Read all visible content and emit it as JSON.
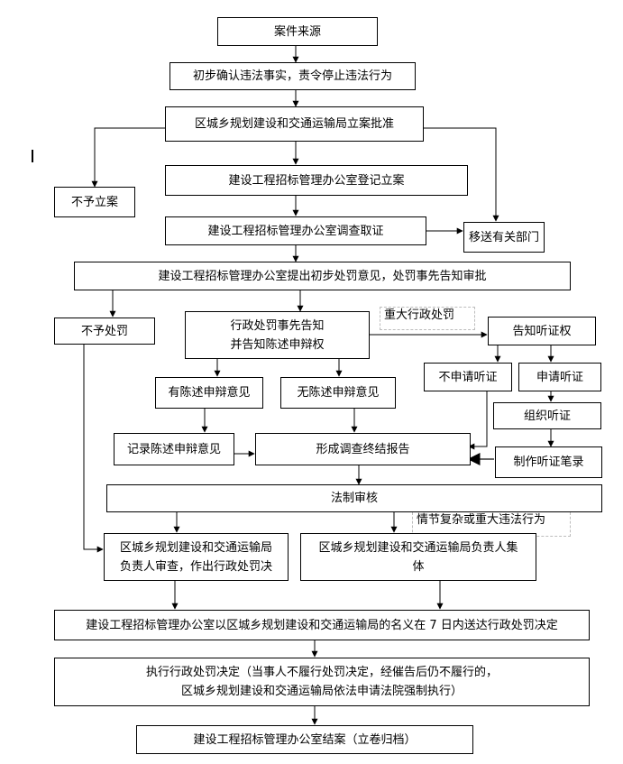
{
  "diagram": {
    "type": "flowchart",
    "nodes": {
      "case_source": "案件来源",
      "preliminary_confirm": "初步确认违法事实，责令停止违法行为",
      "bureau_approve": "区城乡规划建设和交通运输局立案批准",
      "no_filing": "不予立案",
      "office_register": "建设工程招标管理办公室登记立案",
      "office_investigate": "建设工程招标管理办公室调查取证",
      "transfer_depts": "移送有关部门",
      "propose_penalty": "建设工程招标管理办公室提出初步处罚意见，处罚事先告知审批",
      "no_penalty": "不予处罚",
      "prior_notice_line1": "行政处罚事先告知",
      "prior_notice_line2": "并告知陈述申辩权",
      "major_penalty_note": "重大行政处罚",
      "notify_hearing": "告知听证权",
      "has_statement": "有陈述申辩意见",
      "no_statement": "无陈述申辩意见",
      "no_hearing_request": "不申请听证",
      "request_hearing": "申请听证",
      "organize_hearing": "组织听证",
      "record_statement": "记录陈述申辩意见",
      "investigation_report": "形成调查终结报告",
      "hearing_record": "制作听证笔录",
      "legal_review": "法制审核",
      "complex_case_note": "情节复杂或重大违法行为",
      "head_review_line1": "区城乡规划建设和交通运输局",
      "head_review_line2": "负责人审查，作出行政处罚决",
      "collective_line1": "区城乡规划建设和交通运输局负责人集",
      "collective_line2": "体",
      "deliver_decision": "建设工程招标管理办公室以区城乡规划建设和交通运输局的名义在 7 日内送达行政处罚决定",
      "execute_line1": "执行行政处罚决定（当事人不履行处罚决定，经催告后仍不履行的，",
      "execute_line2": "区城乡规划建设和交通运输局依法申请法院强制执行）",
      "close_case": "建设工程招标管理办公室结案（立卷归档）"
    },
    "edges": [
      [
        "case_source",
        "preliminary_confirm"
      ],
      [
        "preliminary_confirm",
        "bureau_approve"
      ],
      [
        "bureau_approve",
        "no_filing"
      ],
      [
        "bureau_approve",
        "office_register"
      ],
      [
        "bureau_approve",
        "transfer_depts"
      ],
      [
        "office_register",
        "office_investigate"
      ],
      [
        "office_investigate",
        "transfer_depts"
      ],
      [
        "office_investigate",
        "propose_penalty"
      ],
      [
        "propose_penalty",
        "no_penalty"
      ],
      [
        "propose_penalty",
        "prior_notice"
      ],
      [
        "prior_notice",
        "notify_hearing"
      ],
      [
        "prior_notice",
        "has_statement"
      ],
      [
        "prior_notice",
        "no_statement"
      ],
      [
        "notify_hearing",
        "no_hearing_request"
      ],
      [
        "notify_hearing",
        "request_hearing"
      ],
      [
        "request_hearing",
        "organize_hearing"
      ],
      [
        "organize_hearing",
        "hearing_record"
      ],
      [
        "has_statement",
        "record_statement"
      ],
      [
        "record_statement",
        "investigation_report"
      ],
      [
        "no_statement",
        "investigation_report"
      ],
      [
        "no_hearing_request",
        "investigation_report"
      ],
      [
        "hearing_record",
        "investigation_report"
      ],
      [
        "investigation_report",
        "legal_review"
      ],
      [
        "legal_review",
        "head_review"
      ],
      [
        "legal_review",
        "collective"
      ],
      [
        "no_penalty",
        "head_review"
      ],
      [
        "head_review",
        "deliver_decision"
      ],
      [
        "collective",
        "deliver_decision"
      ],
      [
        "deliver_decision",
        "execute"
      ],
      [
        "execute",
        "close_case"
      ]
    ]
  }
}
